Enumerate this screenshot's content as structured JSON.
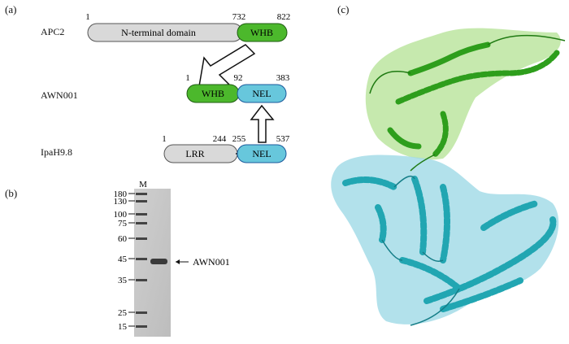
{
  "panel_a": {
    "label": "(a)",
    "apc2": {
      "name": "APC2",
      "n_start": "1",
      "n_end": "732",
      "whb_end": "822",
      "domains": {
        "nterm": "N-terminal domain",
        "whb": "WHB"
      }
    },
    "awn001": {
      "name": "AWN001",
      "n1": "1",
      "n2": "92",
      "n3": "383",
      "domains": {
        "whb": "WHB",
        "nel": "NEL"
      }
    },
    "ipah": {
      "name": "IpaH9.8",
      "n1": "1",
      "n2": "244",
      "n3": "255",
      "n4": "537",
      "domains": {
        "lrr": "LRR",
        "nel": "NEL"
      }
    }
  },
  "panel_b": {
    "label": "(b)",
    "lane_marker": "M",
    "ladder": [
      "180",
      "130",
      "100",
      "75",
      "60",
      "45",
      "35",
      "25",
      "15"
    ],
    "band_label": "AWN001"
  },
  "panel_c": {
    "label": "(c)"
  },
  "colors": {
    "whb": "#4cb82c",
    "nel": "#67c7dc",
    "grey_domain": "#d9d9d9",
    "green_surface": "#b8e39a",
    "cyan_surface": "#9fd9e6",
    "green_cartoon": "#2e9e1c",
    "cyan_cartoon": "#21a6b2"
  }
}
